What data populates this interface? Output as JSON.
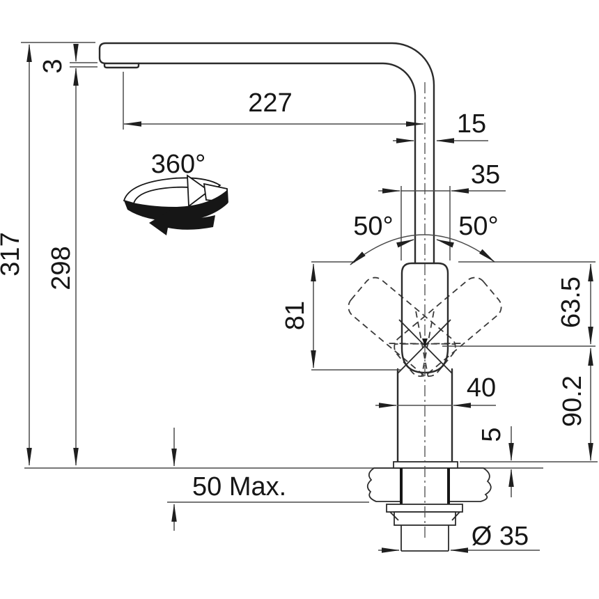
{
  "drawing": {
    "type": "technical-dimension-drawing",
    "subject": "kitchen mixer tap side elevation with installation dimensions",
    "background_color": "#ffffff",
    "object_line_color": "#2b2b2b",
    "dimension_line_color": "#4a4a4a",
    "text_color": "#161616",
    "units": "mm",
    "labels": {
      "total_height": "317",
      "spout_height": "298",
      "aerator_drop": "3",
      "spout_reach": "227",
      "spout_tube_width": "15",
      "handle_width": "35",
      "rotation": "360°",
      "lever_angle_left": "50°",
      "lever_angle_right": "50°",
      "lever_length": "81",
      "lever_top_to_axis": "63.5",
      "body_width": "40",
      "axis_to_deck": "90.2",
      "base_plate_height": "5",
      "counter_thickness": "50 Max.",
      "hole_diameter": "Ø 35"
    }
  }
}
